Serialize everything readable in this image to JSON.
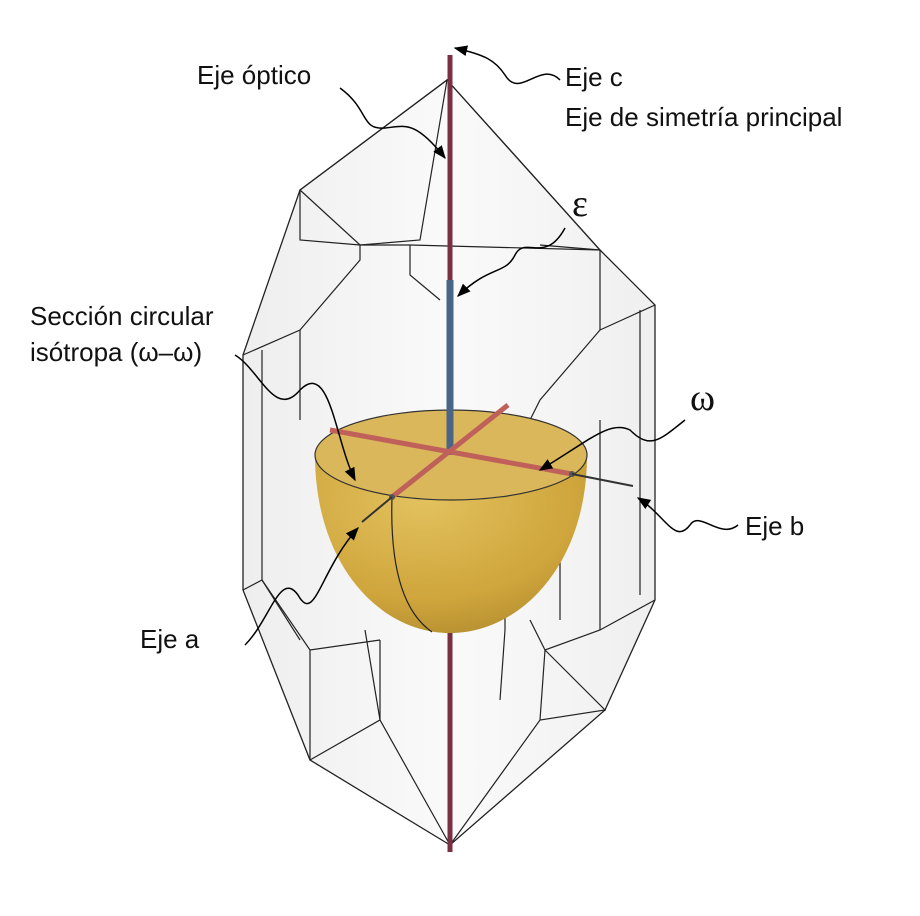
{
  "labels": {
    "optic_axis": "Eje óptico",
    "c_axis": "Eje c",
    "principal_symmetry_axis": "Eje de simetría principal",
    "epsilon": "ε",
    "circular_section_line1": "Sección circular",
    "circular_section_line2": "isótropa (ω–ω)",
    "omega": "ω",
    "b_axis": "Eje b",
    "a_axis": "Eje a"
  },
  "colors": {
    "c_axis": "#7a3040",
    "epsilon_segment": "#4a6585",
    "omega_axes": "#c0605a",
    "indicatrix": "#d6b04a"
  }
}
